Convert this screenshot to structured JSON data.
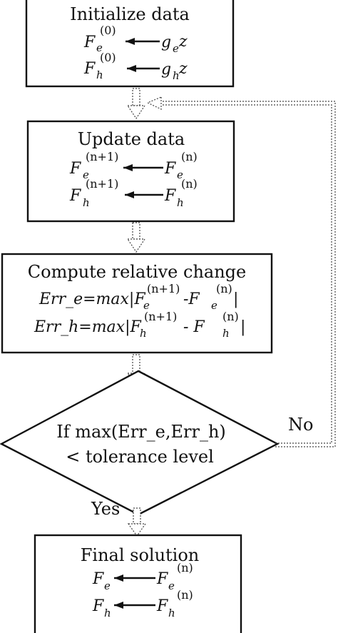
{
  "labels": {
    "initialize_title": "Initialize data",
    "update_title": "Update data",
    "compute_title": "Compute relative change",
    "decision_line1": "If max(Err_e,Err_h)",
    "decision_line2": "< tolerance level",
    "final_title": "Final solution",
    "yes": "Yes",
    "no": "No"
  },
  "initialize": {
    "row1_lhs": "F",
    "row1_sub": "e",
    "row1_sup": "(0)",
    "row1_rhs": "g",
    "row1_rhs_sub": "e",
    "row1_tail": "z",
    "row2_lhs": "F",
    "row2_sub": "h",
    "row2_sup": "(0)",
    "row2_rhs": "g",
    "row2_rhs_sub": "h",
    "row2_tail": "z"
  },
  "update": {
    "row1_lhs": "F",
    "row1_sub": "e",
    "row1_sup": "(n+1)",
    "row1_rhs": "F",
    "row1_rhs_sub": "e",
    "row1_rhs_sup": "(n)",
    "row2_lhs": "F",
    "row2_sub": "h",
    "row2_sup": "(n+1)",
    "row2_rhs": "F",
    "row2_rhs_sub": "h",
    "row2_rhs_sup": "(n)"
  },
  "compute": {
    "row1_prefix": "Err_e=max|F",
    "row1_sub1": "e",
    "row1_sup1": "(n+1)",
    "row1_mid": " -F",
    "row1_sub2": "e",
    "row1_sup2": "(n)",
    "row1_suffix": "|",
    "row2_prefix": "Err_h=max|F",
    "row2_sub1": "h",
    "row2_sup1": "(n+1)",
    "row2_mid": " - F",
    "row2_sub2": "h",
    "row2_sup2": "(n)",
    "row2_suffix": "|"
  },
  "final": {
    "row1_lhs": "F",
    "row1_sub": "e",
    "row1_rhs": "F",
    "row1_rhs_sub": "e",
    "row1_rhs_sup": "(n)",
    "row2_lhs": "F",
    "row2_sub": "h",
    "row2_rhs": "F",
    "row2_rhs_sub": "h",
    "row2_rhs_sup": "(n)"
  }
}
